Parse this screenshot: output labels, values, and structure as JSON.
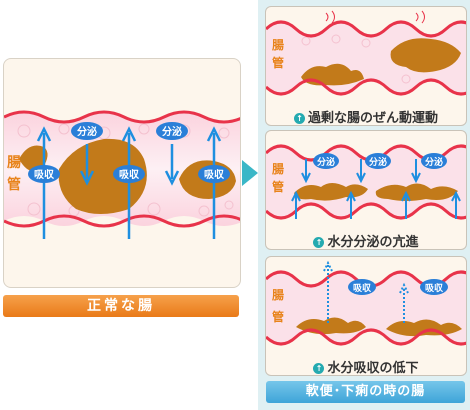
{
  "left_panel": {
    "organ_label_1": "腸",
    "organ_label_2": "管",
    "secretion": "分泌",
    "absorb": "吸収",
    "caption": "正常な腸"
  },
  "right_panels": [
    {
      "organ_label_1": "腸",
      "organ_label_2": "管",
      "caption": "過剰な腸のぜん動運動"
    },
    {
      "organ_label_1": "腸",
      "organ_label_2": "管",
      "secretion": "分泌",
      "caption": "水分分泌の亢進"
    },
    {
      "organ_label_1": "腸",
      "organ_label_2": "管",
      "absorb": "吸収",
      "caption": "水分吸収の低下"
    }
  ],
  "right_caption": "軟便･下痢の時の腸",
  "colors": {
    "wall": "#e8334a",
    "lumen": "#fbe1e9",
    "stool": "#c27a1a",
    "arrow": "#1e8fe0",
    "label": "#e8831a",
    "badge": "#2a7fd8",
    "up_icon": "#24aab0"
  }
}
